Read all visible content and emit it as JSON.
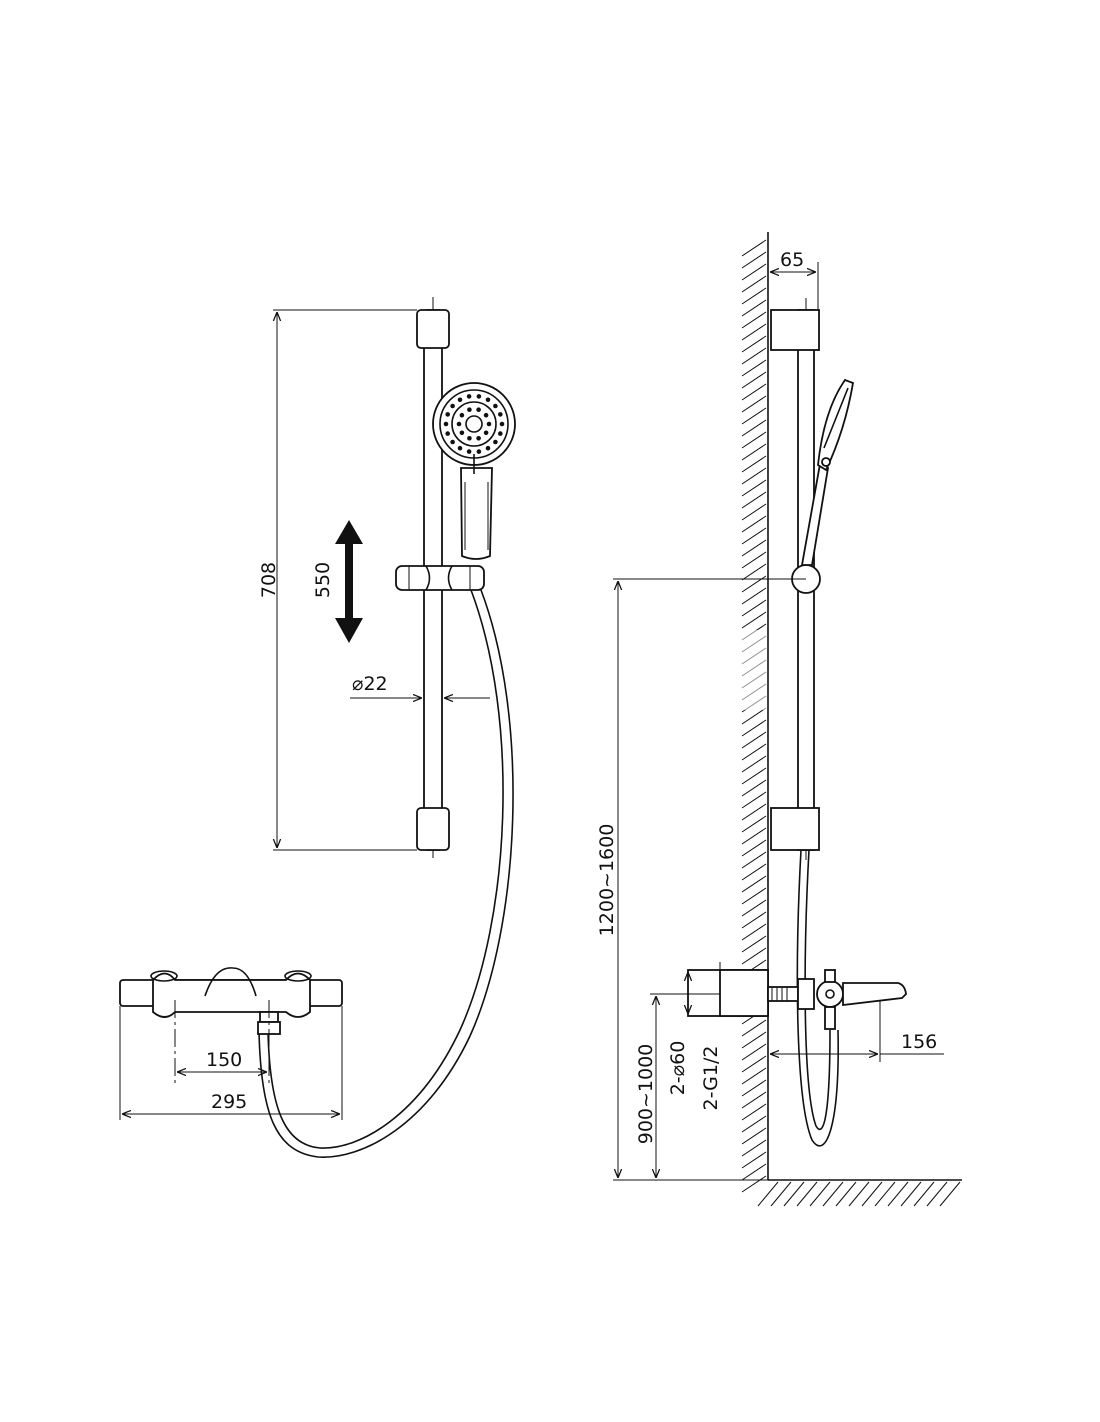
{
  "dimensions": {
    "bar_length": "708",
    "slide_range": "550",
    "bar_diameter": "⌀22",
    "inlet_spacing": "150",
    "mixer_width": "295",
    "wall_offset": "65",
    "spout_projection": "156",
    "bar_height": "1200~1600",
    "mixer_height": "900~1000",
    "inlet_flange": "2-⌀60",
    "inlet_thread": "2-G1/2"
  }
}
